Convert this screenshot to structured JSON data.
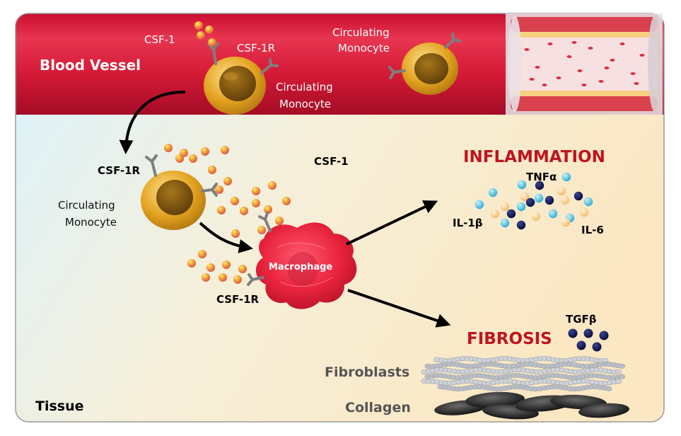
{
  "regions": {
    "blood_vessel": "Blood Vessel",
    "tissue": "Tissue"
  },
  "labels": {
    "csf1_top": "CSF-1",
    "csf1r_top": "CSF-1R",
    "circ_mono_top_right": "Circulating Monocyte",
    "circ_mono_top_center": "Circulating Monocyte",
    "csf1r_left": "CSF-1R",
    "csf1_mid": "CSF-1",
    "circ_mono_left": "Circulating Monocyte",
    "macrophage": "Macrophage",
    "csf1r_bottom": "CSF-1R",
    "inflammation": "INFLAMMATION",
    "tnfa": "TNFα",
    "il1b": "IL-1β",
    "il6": "IL-6",
    "fibrosis": "FIBROSIS",
    "tgfb": "TGFβ",
    "fibroblasts": "Fibroblasts",
    "collagen": "Collagen"
  },
  "colors": {
    "vessel_red": "#d91e36",
    "vessel_dark": "#b0102a",
    "inflammation_red": "#c0141e",
    "monocyte_gold": "#e0a21e",
    "macrophage_red": "#e8233c",
    "cyan_cytokine": "#4fc3e0",
    "navy_cytokine": "#0d1657",
    "peach_cytokine": "#f7cf94"
  },
  "icons": {
    "receptor": "y-shaped-receptor-icon",
    "ligand": "orange-sphere-icon",
    "arrow": "black-curved-arrow-icon"
  }
}
